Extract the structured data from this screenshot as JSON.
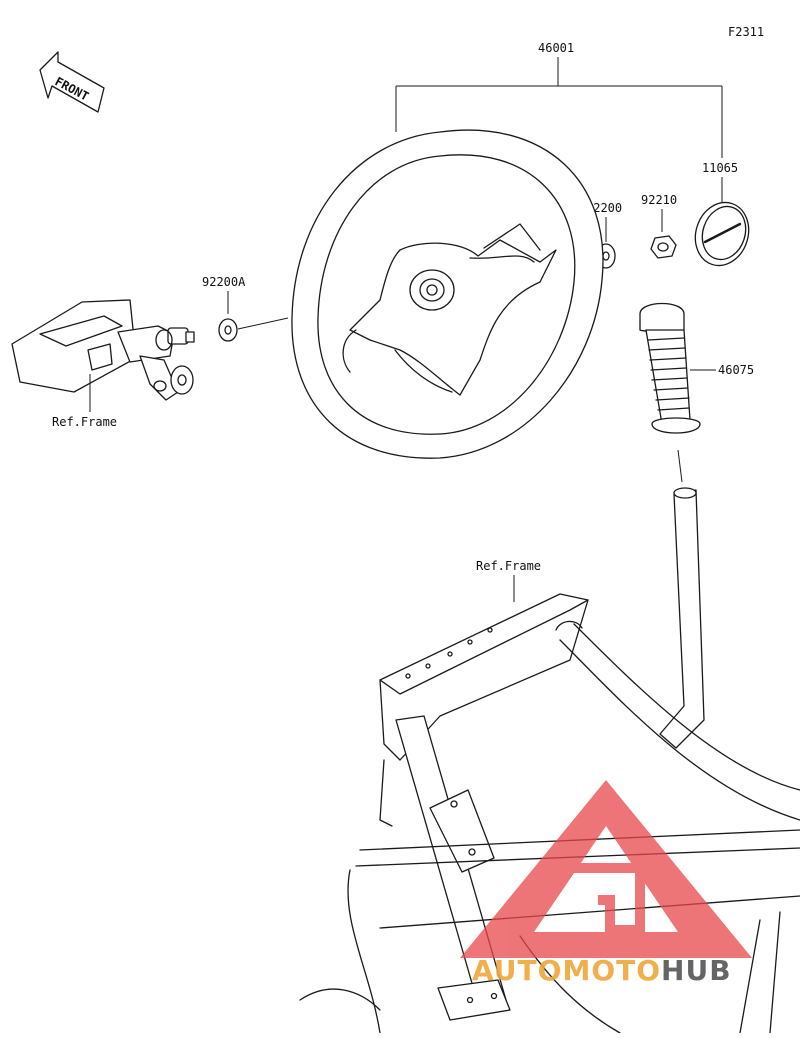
{
  "figure_code": "F2311",
  "front_label": "FRONT",
  "ref_frame_label": "Ref.Frame",
  "parts": {
    "steering_wheel": "46001",
    "emblem": "11065",
    "nut": "92210",
    "washer": "92200",
    "washer_a": "92200A",
    "grip": "46075"
  },
  "watermark": {
    "part1": "AUTO",
    "part2": "MOTO",
    "part3": "HUB",
    "color_primary": "#f0a63a",
    "color_secondary": "#555555",
    "logo_color": "#e8474b"
  }
}
